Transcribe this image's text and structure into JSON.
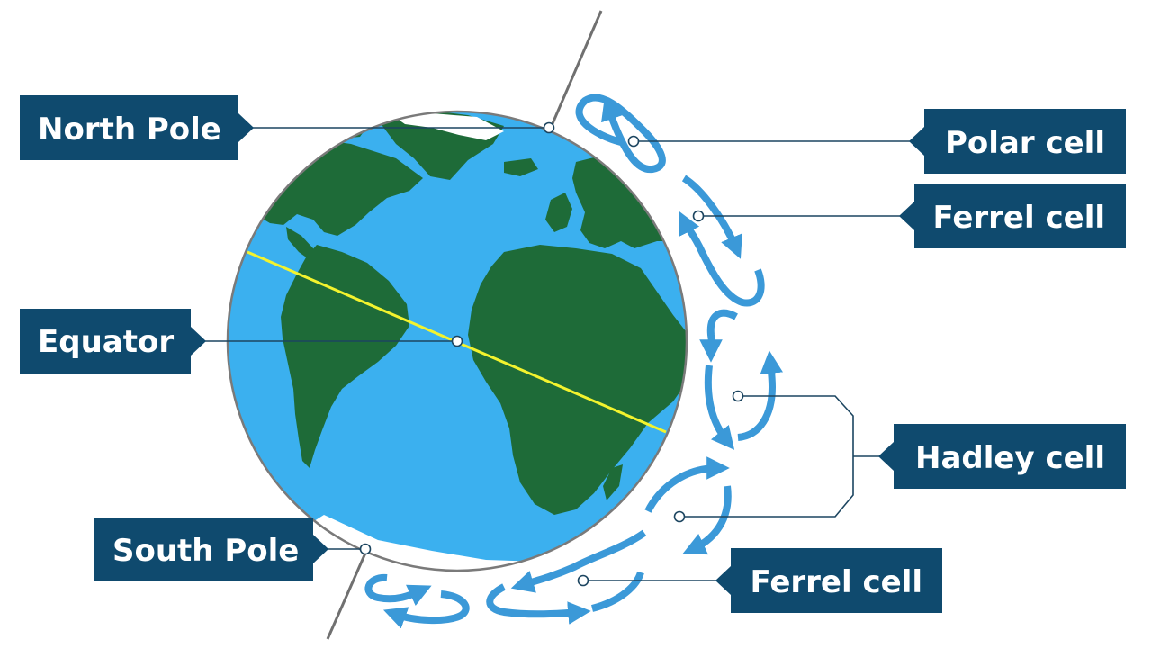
{
  "labels": {
    "north_pole": "North Pole",
    "equator": "Equator",
    "south_pole": "South Pole",
    "polar_cell": "Polar cell",
    "ferrel_cell_north": "Ferrel cell",
    "hadley_cell": "Hadley cell",
    "ferrel_cell_south": "Ferrel cell"
  },
  "colors": {
    "label_background": "#0f4a6e",
    "label_text": "#ffffff",
    "ocean": "#3bb0ef",
    "land": "#1e6b38",
    "equator_line": "#f3f32e",
    "axis": "#707070",
    "cell_arrows": "#3b99d8",
    "leader_lines": "#1c4560"
  }
}
